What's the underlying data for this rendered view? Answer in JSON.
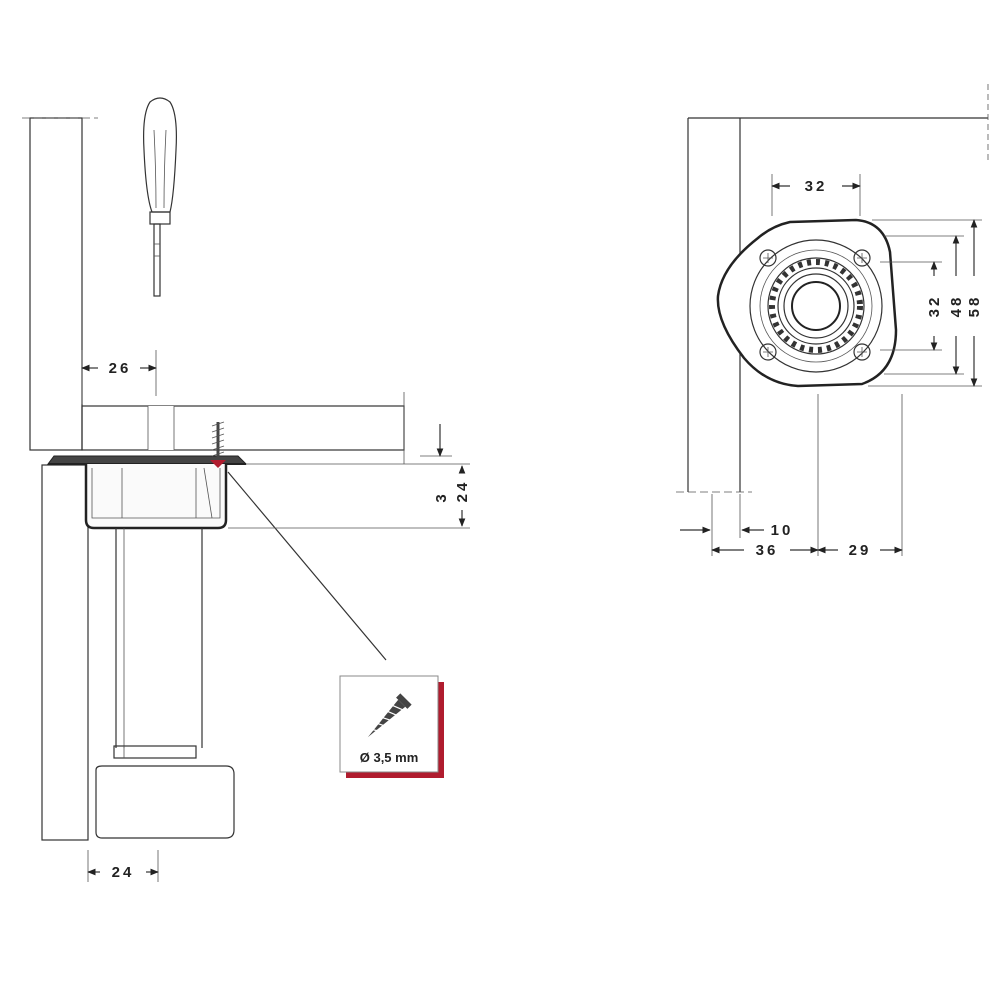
{
  "dimensions": {
    "side_view": {
      "wall_offset": "26",
      "plate_thickness": "3",
      "cup_depth": "24",
      "foot_width": "24"
    },
    "top_view": {
      "hole_spacing_horizontal": "32",
      "hole_spacing_vertical": "32",
      "inner_height": "48",
      "outer_height": "58",
      "wall_thickness": "10",
      "center_offset": "36",
      "center_to_edge": "29"
    }
  },
  "screw_callout": {
    "label": "Ø 3,5 mm"
  },
  "colors": {
    "line": "#333333",
    "hatch": "#666666",
    "callout_accent": "#b01c2e"
  }
}
